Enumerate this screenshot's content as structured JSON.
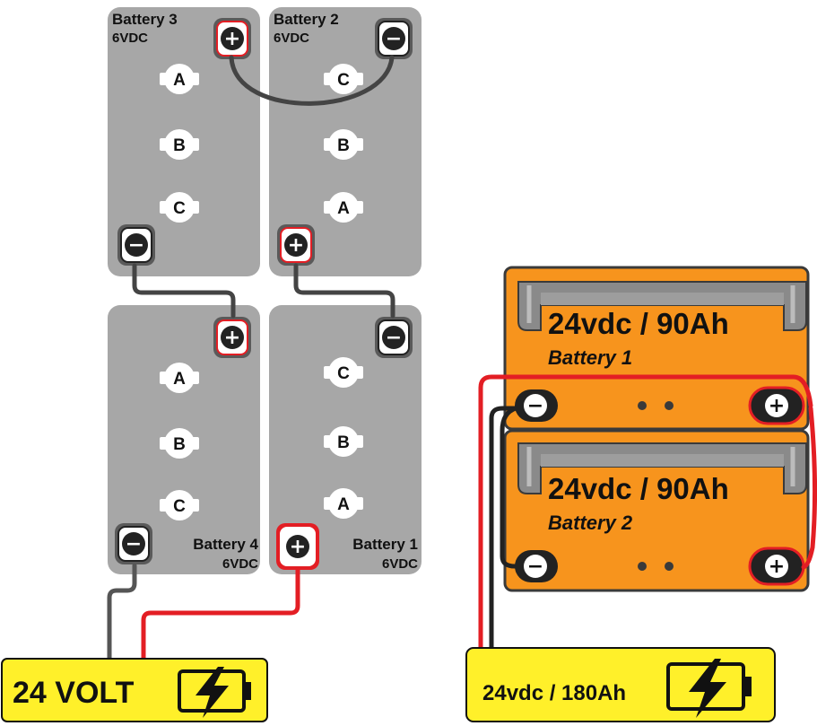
{
  "left_bank": {
    "battery3": {
      "name": "Battery 3",
      "voltage": "6VDC",
      "cells": [
        "A",
        "B",
        "C"
      ]
    },
    "battery2": {
      "name": "Battery 2",
      "voltage": "6VDC",
      "cells": [
        "C",
        "B",
        "A"
      ]
    },
    "battery4": {
      "name": "Battery 4",
      "voltage": "6VDC",
      "cells": [
        "A",
        "B",
        "C"
      ]
    },
    "battery1": {
      "name": "Battery 1",
      "voltage": "6VDC",
      "cells": [
        "C",
        "B",
        "A"
      ]
    },
    "output_label": "24 VOLT"
  },
  "right_bank": {
    "battery1": {
      "rating": "24vdc / 90Ah",
      "name": "Battery 1"
    },
    "battery2": {
      "rating": "24vdc / 90Ah",
      "name": "Battery 2"
    },
    "output_label": "24vdc / 180Ah"
  },
  "symbols": {
    "positive": "+",
    "negative": "−"
  },
  "colors": {
    "battery_gray": "#a7a7a7",
    "battery_orange": "#f7941d",
    "label_yellow": "#fff02a",
    "wire_red": "#e31e24",
    "wire_gray": "#555555",
    "terminal_dark": "#222222"
  }
}
